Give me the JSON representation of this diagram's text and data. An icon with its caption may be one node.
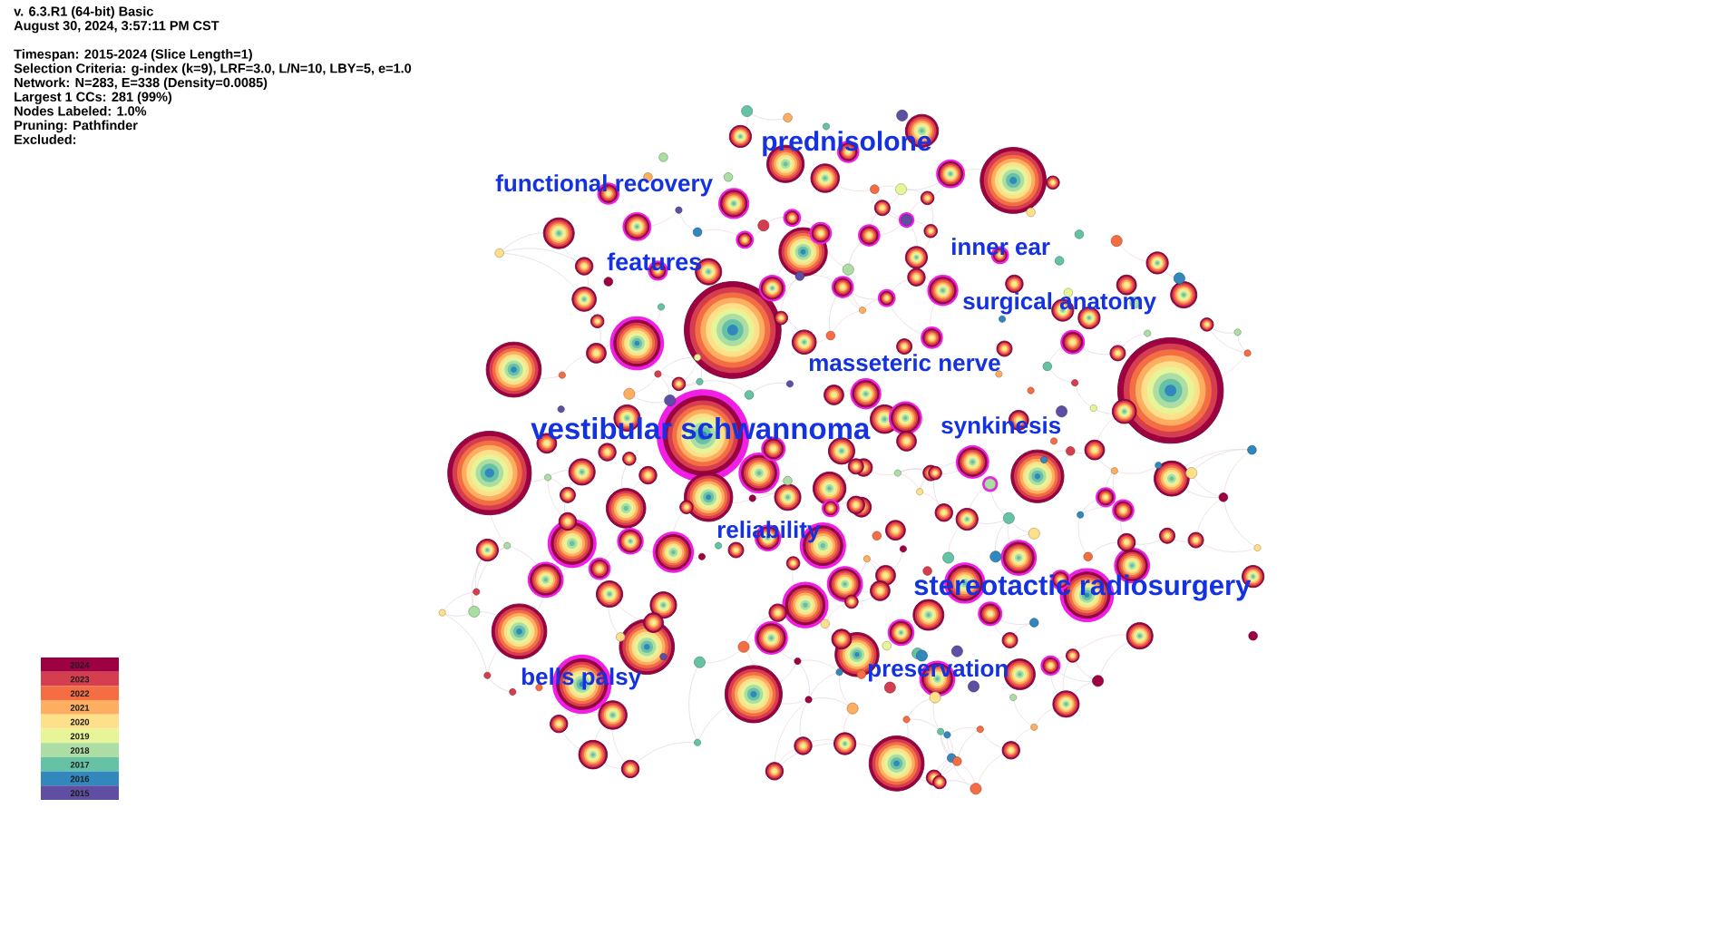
{
  "diagram": {
    "nodes": [
      {
        "text": [
          "prednisolone"
        ]
      },
      {
        "text": [
          "functional recovery"
        ]
      },
      {
        "text": [
          "inner ear"
        ]
      },
      {
        "text": [
          "features"
        ]
      },
      {
        "text": [
          "surgical anatomy"
        ]
      },
      {
        "text": [
          "masseteric nerve"
        ]
      },
      {
        "text": [
          "vestibular schwannoma"
        ]
      },
      {
        "text": [
          "synkinesis"
        ]
      },
      {
        "text": [
          "reliability"
        ]
      },
      {
        "text": [
          "stereotactic radiosurgery"
        ]
      },
      {
        "text": [
          "bells palsy"
        ]
      },
      {
        "text": [
          "preservation"
        ]
      }
    ],
    "labels": [
      "v. 6.3.R1 (64-bit) Basic",
      "August 30, 2024, 3:57:11 PM CST",
      "Timespan: 2015-2024 (Slice Length=1)",
      "Selection Criteria: g-index (k=9), LRF=3.0, L/N=10, LBY=5, e=1.0",
      "Network: N=283, E=338 (Density=0.0085)",
      "Largest 1 CCs: 281 (99%)",
      "Nodes Labeled: 1.0%",
      "Pruning: Pathfinder",
      "Excluded:"
    ],
    "legend": [
      {
        "text": "2024",
        "color": "#9e0142"
      },
      {
        "text": "2023",
        "color": "#d53e4f"
      },
      {
        "text": "2022",
        "color": "#f46d43"
      },
      {
        "text": "2021",
        "color": "#fdae61"
      },
      {
        "text": "2020",
        "color": "#fee08b"
      },
      {
        "text": "2019",
        "color": "#e6f598"
      },
      {
        "text": "2018",
        "color": "#abdda4"
      },
      {
        "text": "2017",
        "color": "#66c2a5"
      },
      {
        "text": "2016",
        "color": "#3288bd"
      },
      {
        "text": "2015",
        "color": "#5e4fa2"
      }
    ]
  }
}
